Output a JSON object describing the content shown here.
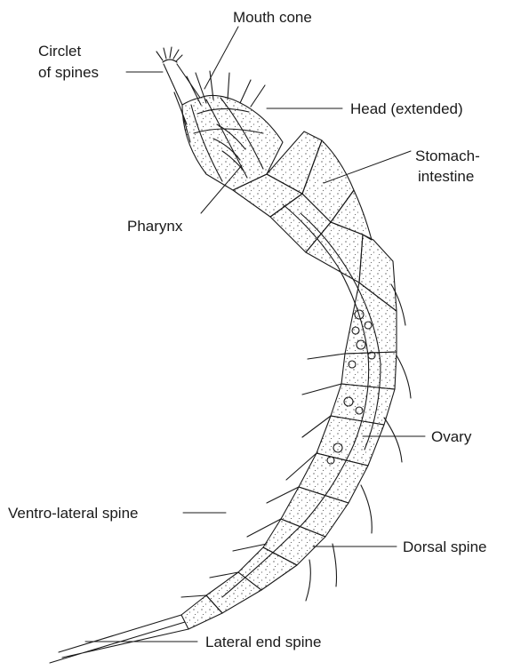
{
  "labels": {
    "mouth_cone": "Mouth cone",
    "circlet_line1": "Circlet",
    "circlet_line2": "of spines",
    "head": "Head (extended)",
    "stomach_line1": "Stomach-",
    "stomach_line2": "intestine",
    "pharynx": "Pharynx",
    "ovary": "Ovary",
    "ventro_lateral_spine": "Ventro-lateral spine",
    "dorsal_spine": "Dorsal spine",
    "lateral_end_spine": "Lateral end spine"
  },
  "colors": {
    "ink": "#1a1a1a",
    "background": "#ffffff"
  }
}
